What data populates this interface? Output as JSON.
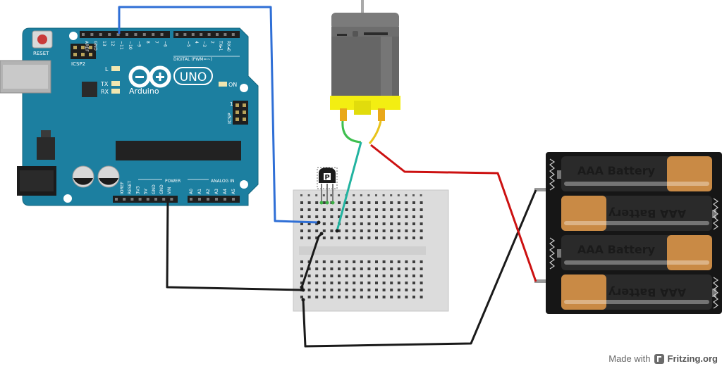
{
  "arduino": {
    "brand": "Arduino",
    "model": "UNO",
    "reset_label": "RESET",
    "icsp2_label": "ICSP2",
    "icsp_label": "ICSP",
    "l_label": "L",
    "tx_label": "TX",
    "rx_label": "RX",
    "on_label": "ON",
    "digital_label": "DIGITAL (PWM=~)",
    "power_label": "POWER",
    "analog_label": "ANALOG IN",
    "one_label": "1",
    "digital_pins": [
      "AREF",
      "GND",
      "13",
      "12",
      "~11",
      "~10",
      "~9",
      "8",
      "7",
      "~6",
      "~5",
      "4",
      "~3",
      "2",
      "TX▸1",
      "RX◂0"
    ],
    "power_pins": [
      "IOREF",
      "RESET",
      "3V3",
      "5V",
      "GND",
      "GND",
      "VIN"
    ],
    "analog_pins": [
      "A0",
      "A1",
      "A2",
      "A3",
      "A4",
      "A5"
    ]
  },
  "battery": {
    "cells": [
      "AAA Battery",
      "AAA Battery",
      "AAA Battery",
      "AAA Battery"
    ]
  },
  "transistor": {
    "mark": "P"
  },
  "wires": {
    "pin13": "#2f6fd6",
    "gnd": "#1a1a1a",
    "battery_pos": "#cc1111",
    "motor_green": "#3fbf4f",
    "motor_yellow": "#e8c31a",
    "teal": "#22b3a0"
  },
  "credit": {
    "made_with": "Made with",
    "brand": "Fritzing.org"
  }
}
